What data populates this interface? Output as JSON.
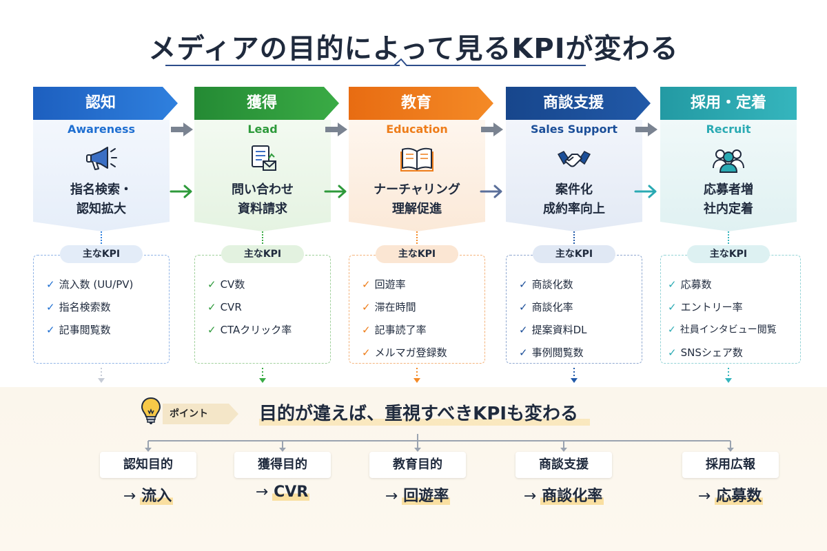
{
  "title": "メディアの目的によって見るKPIが変わる",
  "colors": {
    "navy": "#1f2a3d",
    "awareness": "#1f6fd1",
    "lead": "#2e9a3b",
    "education": "#ee7d1a",
    "sales": "#1c4f99",
    "recruit": "#2aaab3"
  },
  "stages": [
    {
      "name": "認知",
      "en": "Awareness",
      "purpose_line1": "指名検索・",
      "purpose_line2": "認知拡大",
      "icon": "megaphone-icon",
      "kpi_label": "主なKPI",
      "kpis": [
        "流入数 (UU/PV)",
        "指名検索数",
        "記事閲覧数"
      ]
    },
    {
      "name": "獲得",
      "en": "Lead",
      "purpose_line1": "問い合わせ",
      "purpose_line2": "資料請求",
      "icon": "document-mail-icon",
      "kpi_label": "主なKPI",
      "kpis": [
        "CV数",
        "CVR",
        "CTAクリック率"
      ]
    },
    {
      "name": "教育",
      "en": "Education",
      "purpose_line1": "ナーチャリング",
      "purpose_line2": "理解促進",
      "icon": "open-book-icon",
      "kpi_label": "主なKPI",
      "kpis": [
        "回遊率",
        "滞在時間",
        "記事読了率",
        "メルマガ登録数"
      ]
    },
    {
      "name": "商談支援",
      "en": "Sales Support",
      "purpose_line1": "案件化",
      "purpose_line2": "成約率向上",
      "icon": "handshake-icon",
      "kpi_label": "主なKPI",
      "kpis": [
        "商談化数",
        "商談化率",
        "提案資料DL",
        "事例閲覧数"
      ]
    },
    {
      "name": "採用・定着",
      "en": "Recruit",
      "purpose_line1": "応募者増",
      "purpose_line2": "社内定着",
      "icon": "people-icon",
      "kpi_label": "主なKPI",
      "kpis": [
        "応募数",
        "エントリー率",
        "社員インタビュー閲覧",
        "SNSシェア数"
      ]
    }
  ],
  "point": {
    "tag": "ポイント",
    "icon": "lightbulb-icon",
    "text": "目的が違えば、重視すべきKPIも変わる"
  },
  "summary": [
    {
      "label": "認知目的",
      "arrow": "→",
      "value": "流入"
    },
    {
      "label": "獲得目的",
      "arrow": "→",
      "value": "CVR"
    },
    {
      "label": "教育目的",
      "arrow": "→",
      "value": "回遊率"
    },
    {
      "label": "商談支援",
      "arrow": "→",
      "value": "商談化率"
    },
    {
      "label": "採用広報",
      "arrow": "→",
      "value": "応募数"
    }
  ]
}
